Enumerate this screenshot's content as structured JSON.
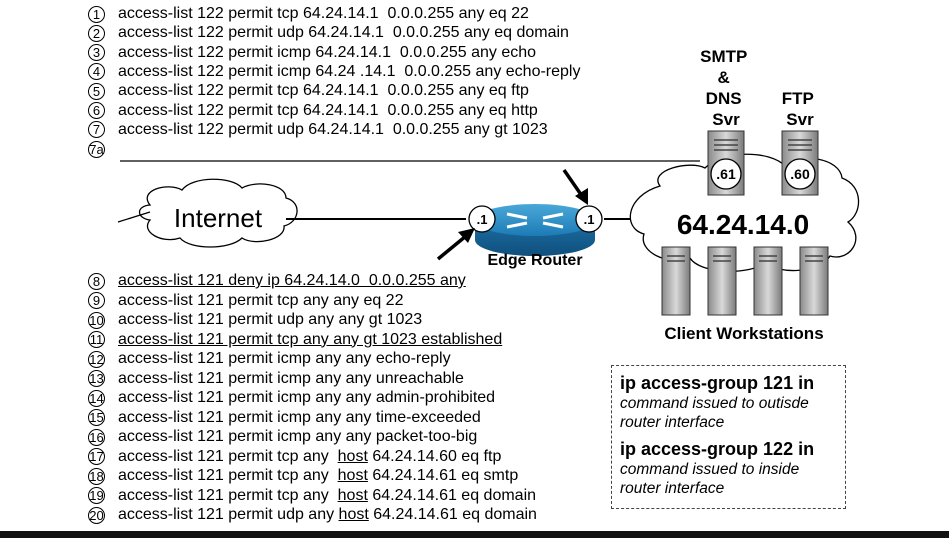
{
  "outbound_acl": [
    {
      "num": "1",
      "text": "access-list 122 permit tcp 64.24.14.1  0.0.0.255 any eq 22"
    },
    {
      "num": "2",
      "text": "access-list 122 permit udp 64.24.14.1  0.0.0.255 any eq domain"
    },
    {
      "num": "3",
      "text": "access-list 122 permit icmp 64.24.14.1  0.0.0.255 any echo"
    },
    {
      "num": "4",
      "text": "access-list 122 permit icmp 64.24 .14.1  0.0.0.255 any echo-reply"
    },
    {
      "num": "5",
      "text": "access-list 122 permit tcp 64.24.14.1  0.0.0.255 any eq ftp"
    },
    {
      "num": "6",
      "text": "access-list 122 permit tcp 64.24.14.1  0.0.0.255 any eq http"
    },
    {
      "num": "7",
      "text": "access-list 122 permit udp 64.24.14.1  0.0.0.255 any gt 1023"
    },
    {
      "num": "7a",
      "text": ""
    }
  ],
  "inbound_acl": [
    {
      "num": "8",
      "parts": [
        {
          "t": "access-list 121 deny ip 64.24.14.0  0.0.0.255 any",
          "u": true
        }
      ]
    },
    {
      "num": "9",
      "parts": [
        {
          "t": "access-list 121 permit tcp any any eq 22",
          "u": false
        }
      ]
    },
    {
      "num": "10",
      "parts": [
        {
          "t": "access-list 121 permit udp any any gt 1023",
          "u": false
        }
      ]
    },
    {
      "num": "11",
      "parts": [
        {
          "t": "access-list 121 permit tcp any any gt 1023 established",
          "u": true
        }
      ]
    },
    {
      "num": "12",
      "parts": [
        {
          "t": "access-list 121 permit icmp any any echo-reply",
          "u": false
        }
      ]
    },
    {
      "num": "13",
      "parts": [
        {
          "t": "access-list 121 permit icmp any any unreachable",
          "u": false
        }
      ]
    },
    {
      "num": "14",
      "parts": [
        {
          "t": "access-list 121 permit icmp any any admin-prohibited",
          "u": false
        }
      ]
    },
    {
      "num": "15",
      "parts": [
        {
          "t": "access-list 121 permit icmp any any time-exceeded",
          "u": false
        }
      ]
    },
    {
      "num": "16",
      "parts": [
        {
          "t": "access-list 121 permit icmp any any packet-too-big",
          "u": false
        }
      ]
    },
    {
      "num": "17",
      "parts": [
        {
          "t": "access-list 121 permit tcp any  ",
          "u": false
        },
        {
          "t": "host",
          "u": true
        },
        {
          "t": " 64.24.14.60 eq ftp",
          "u": false
        }
      ]
    },
    {
      "num": "18",
      "parts": [
        {
          "t": "access-list 121 permit tcp any  ",
          "u": false
        },
        {
          "t": "host",
          "u": true
        },
        {
          "t": " 64.24.14.61 eq smtp",
          "u": false
        }
      ]
    },
    {
      "num": "19",
      "parts": [
        {
          "t": "access-list 121 permit tcp any  ",
          "u": false
        },
        {
          "t": "host",
          "u": true
        },
        {
          "t": " 64.24.14.61 eq domain",
          "u": false
        }
      ]
    },
    {
      "num": "20",
      "parts": [
        {
          "t": "access-list 121 permit udp any ",
          "u": false
        },
        {
          "t": "host",
          "u": true
        },
        {
          "t": " 64.24.14.61 eq domain",
          "u": false
        }
      ]
    }
  ],
  "diagram": {
    "internet_label": "Internet",
    "router_label": "Edge Router",
    "router_outside_addr": ".1",
    "router_inside_addr": ".1",
    "smtp_dns_label_lines": [
      "SMTP",
      "&",
      "DNS",
      "Svr"
    ],
    "ftp_label_lines": [
      "FTP",
      "Svr"
    ],
    "smtp_dns_host": ".61",
    "ftp_host": ".60",
    "network_label": "64.24.14.0",
    "clients_label": "Client Workstations"
  },
  "commands": {
    "in_cmd": "ip access-group 121 in",
    "in_desc_1": "command issued to outisde",
    "in_desc_2": "router interface",
    "out_cmd": "ip access-group 122 in",
    "out_desc_1": "command issued to inside",
    "out_desc_2": "router interface"
  }
}
